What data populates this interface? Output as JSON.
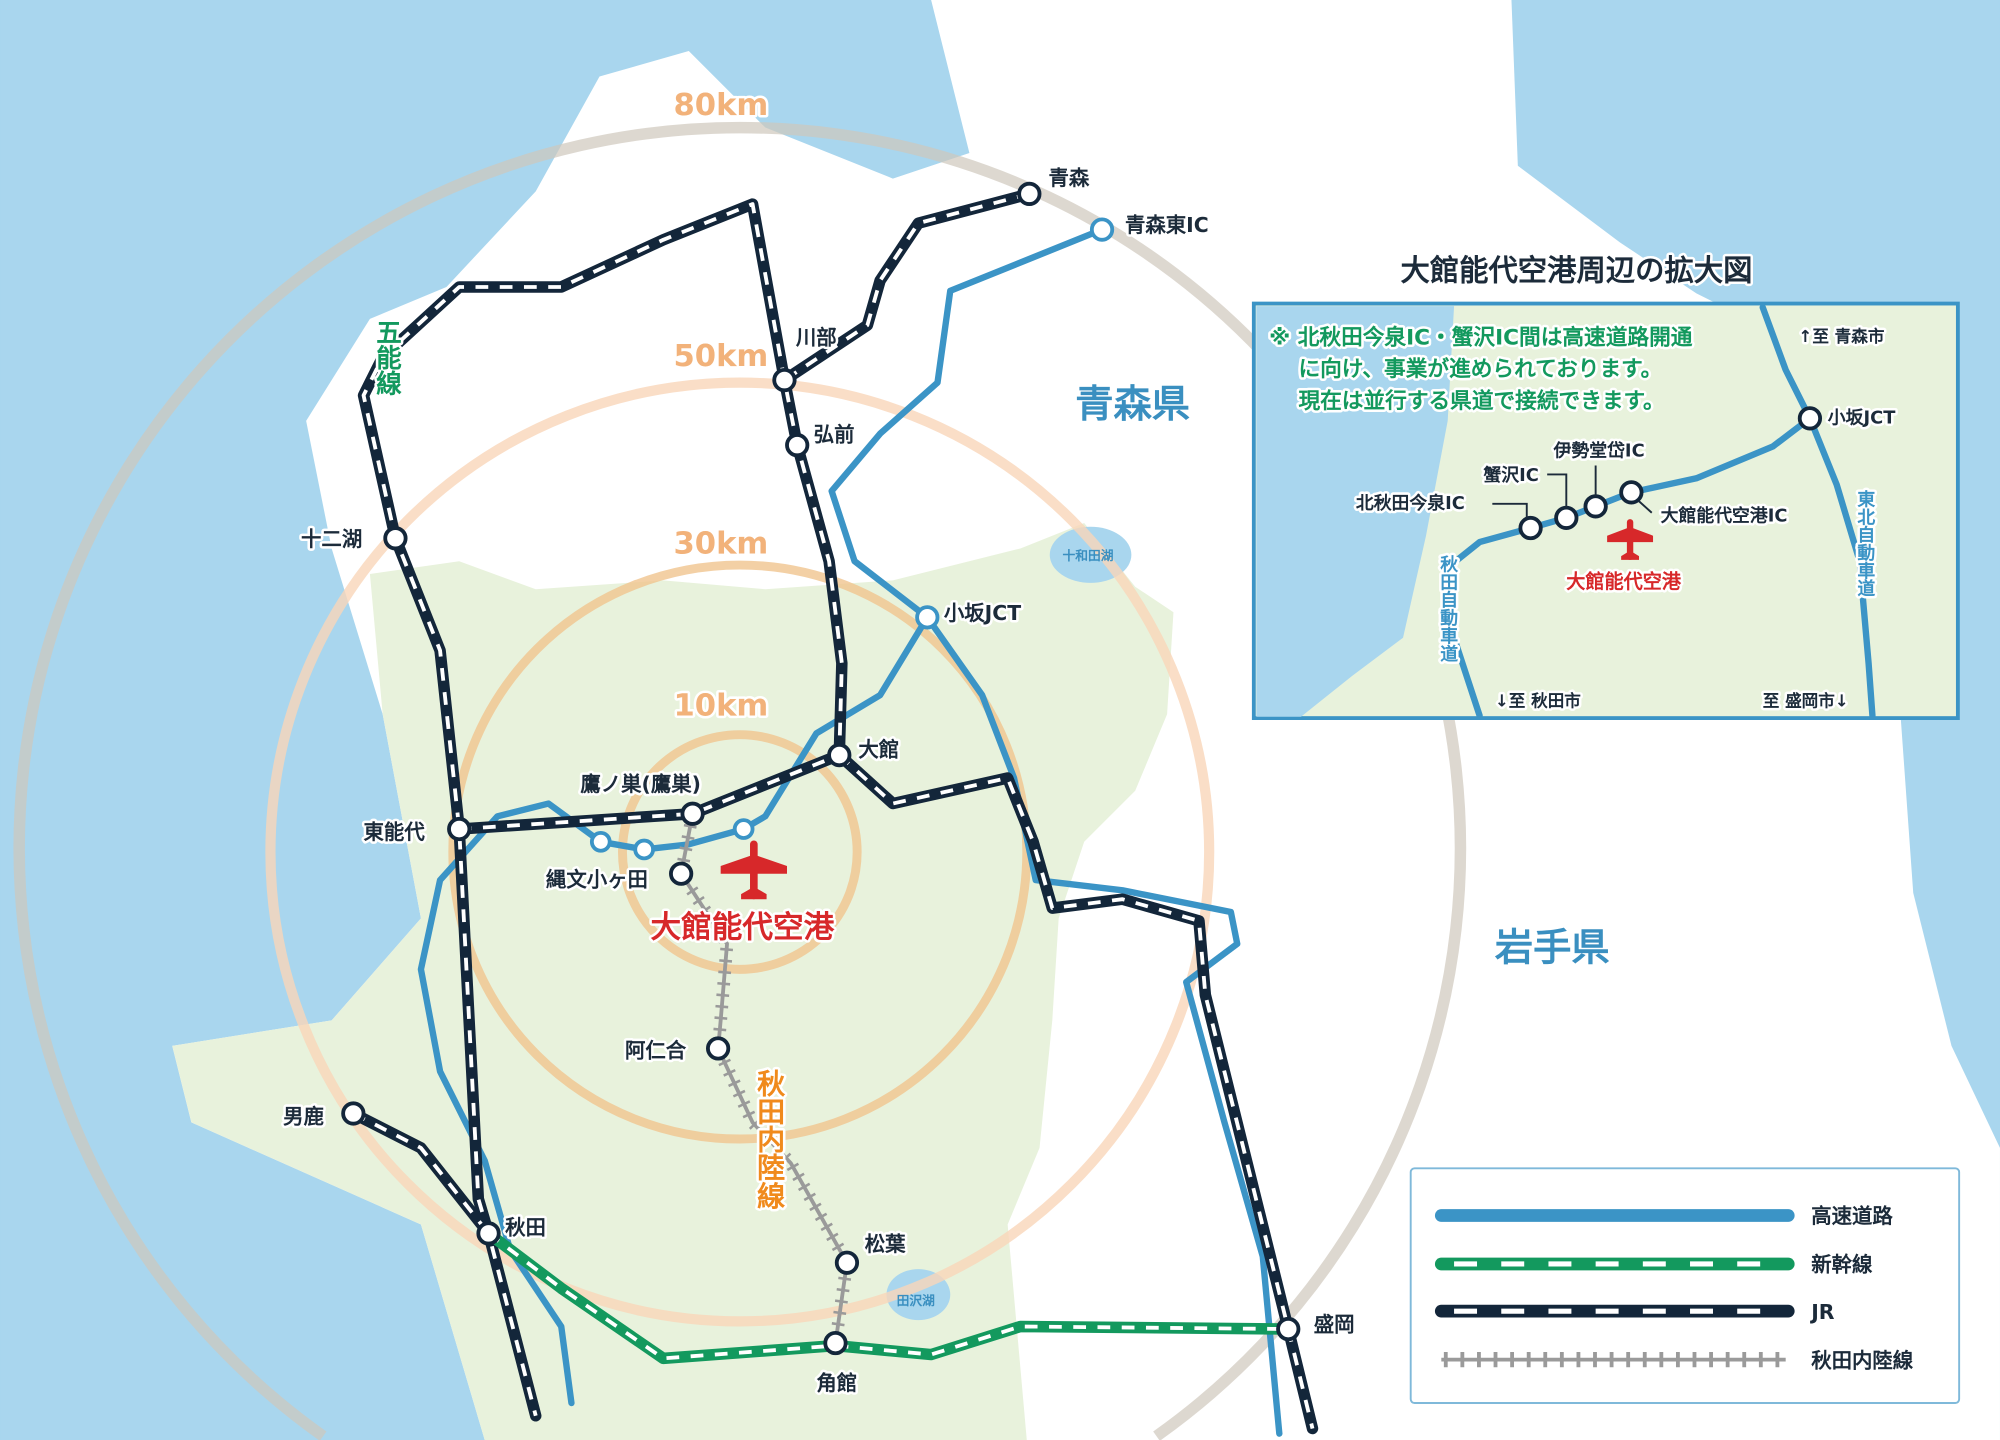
{
  "map": {
    "prefectures": {
      "aomori": "青森県",
      "iwate": "岩手県"
    },
    "rings": [
      "80km",
      "50km",
      "30km",
      "10km"
    ],
    "lakes": {
      "towada": "十和田湖",
      "tazawa": "田沢湖"
    },
    "lines": {
      "gono": "五能線",
      "nairiku": "秋田内陸線"
    },
    "airport": "大館能代空港",
    "stations": {
      "aomori": "青森",
      "aomori_higashi_ic": "青森東IC",
      "kawabe": "川部",
      "hirosaki": "弘前",
      "juniko": "十二湖",
      "kosaka_jct": "小坂JCT",
      "odate": "大館",
      "takanosu": "鷹ノ巣(鷹巣)",
      "higashi_noshiro": "東能代",
      "jomon_ogata": "縄文小ヶ田",
      "aniai": "阿仁合",
      "oga": "男鹿",
      "akita": "秋田",
      "matsuba": "松葉",
      "kakunodate": "角館",
      "morioka": "盛岡"
    }
  },
  "inset": {
    "title": "大館能代空港周辺の拡大図",
    "note": [
      "※ 北秋田今泉IC・蟹沢IC間は高速道路開通",
      "に向け、事業が進められております。",
      "現在は並行する県道で接続できます。"
    ],
    "to_aomori": "↑至 青森市",
    "to_akita": "↓至 秋田市",
    "to_morioka": "至 盛岡市↓",
    "kosaka_jct": "小坂JCT",
    "isedotai_ic": "伊勢堂岱IC",
    "kanizawa_ic": "蟹沢IC",
    "kitaakita_imaizumi_ic": "北秋田今泉IC",
    "airport_ic": "大館能代空港IC",
    "airport": "大館能代空港",
    "akita_expressway": "秋田自動車道",
    "tohoku_expressway": "東北自動車道"
  },
  "legend": [
    {
      "label": "高速道路",
      "color": "#3b94c6"
    },
    {
      "label": "新幹線",
      "color": "#13995e"
    },
    {
      "label": "JR",
      "color": "#13263a"
    },
    {
      "label": "秋田内陸線",
      "color": "#9a9a9a"
    }
  ]
}
